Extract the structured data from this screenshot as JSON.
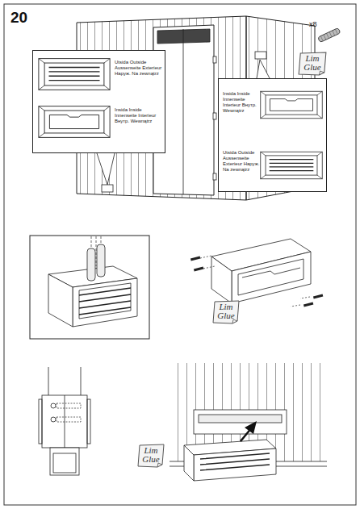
{
  "diagram": {
    "nodes": [
      {
        "text": [
          "Utsida Outside Aussenseite Exterieur Наруж. Na zewnątrz",
          "Insida Inside Innenseite Interieur Внутр. Wewnątrz"
        ]
      },
      {
        "text": [
          "Insida Inside Innenseite Interieur Внутр. Wewnątrz",
          "Utsida Outside Aussenseite Exterieur Наруж. Na zewnątrz"
        ]
      },
      {
        "text": [
          "Lim Glue"
        ]
      },
      {
        "text": [
          "Lim Glue"
        ]
      },
      {
        "text": [
          "Lim Glue"
        ]
      }
    ],
    "labels": [
      "20",
      "x8"
    ]
  }
}
